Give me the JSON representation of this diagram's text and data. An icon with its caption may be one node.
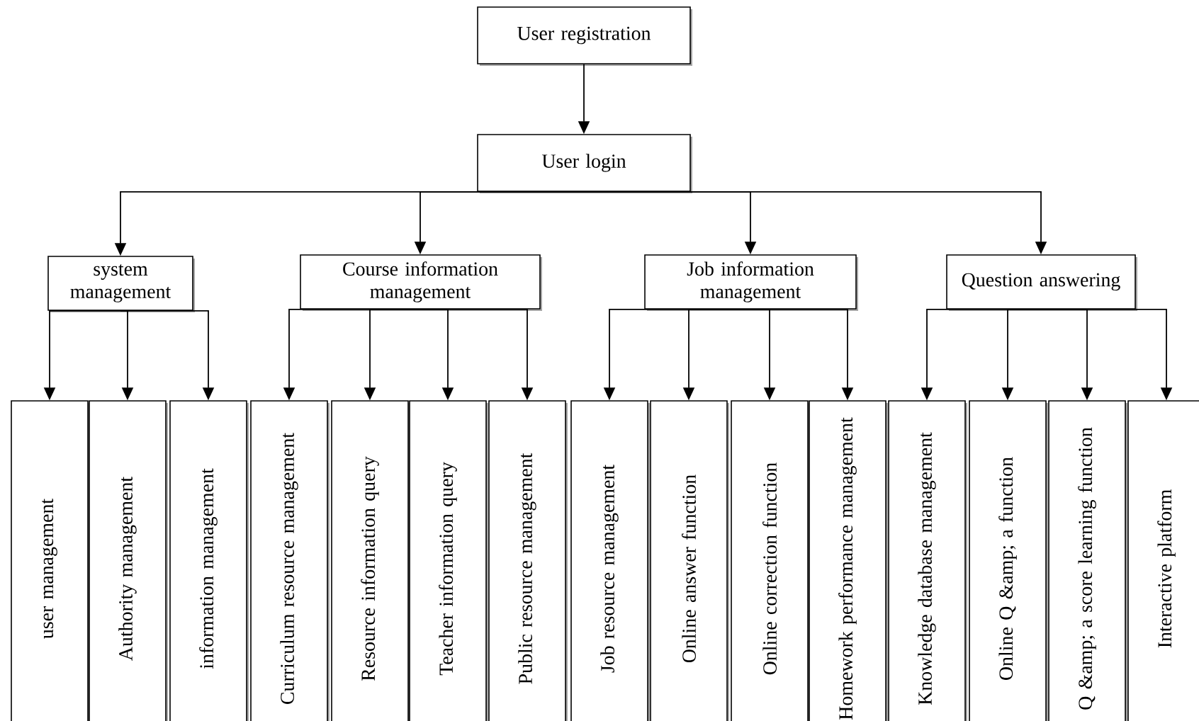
{
  "diagram": {
    "nodes": [
      {
        "text": [
          "User registration"
        ]
      },
      {
        "text": [
          "User login"
        ]
      },
      {
        "text": [
          "system management"
        ]
      },
      {
        "text": [
          "Course information management"
        ]
      },
      {
        "text": [
          "Job information management"
        ]
      },
      {
        "text": [
          "Question answering"
        ]
      },
      {
        "text": [
          "user management"
        ]
      },
      {
        "text": [
          "Authority management"
        ]
      },
      {
        "text": [
          "information management"
        ]
      },
      {
        "text": [
          "Curriculum resource management"
        ]
      },
      {
        "text": [
          "Resource information query"
        ]
      },
      {
        "text": [
          "Teacher information query"
        ]
      },
      {
        "text": [
          "Public resource management"
        ]
      },
      {
        "text": [
          "Job resource management"
        ]
      },
      {
        "text": [
          "Online answer function"
        ]
      },
      {
        "text": [
          "Online correction function"
        ]
      },
      {
        "text": [
          "Homework performance management"
        ]
      },
      {
        "text": [
          "Knowledge database management"
        ]
      },
      {
        "text": [
          "Online Q &amp; a function"
        ]
      },
      {
        "text": [
          "Q &amp; a score learning function"
        ]
      },
      {
        "text": [
          "Interactive platform"
        ]
      }
    ],
    "edges": [
      {
        "from": 0,
        "to": 1,
        "arrow": "to"
      },
      {
        "from": 1,
        "to": 2,
        "arrow": "to"
      },
      {
        "from": 1,
        "to": 3,
        "arrow": "to"
      },
      {
        "from": 1,
        "to": 4,
        "arrow": "to"
      },
      {
        "from": 1,
        "to": 5,
        "arrow": "to"
      },
      {
        "from": 2,
        "to": 6,
        "arrow": "to"
      },
      {
        "from": 2,
        "to": 7,
        "arrow": "to"
      },
      {
        "from": 2,
        "to": 8,
        "arrow": "to"
      },
      {
        "from": 3,
        "to": 9,
        "arrow": "to"
      },
      {
        "from": 3,
        "to": 10,
        "arrow": "to"
      },
      {
        "from": 3,
        "to": 11,
        "arrow": "to"
      },
      {
        "from": 3,
        "to": 12,
        "arrow": "to"
      },
      {
        "from": 4,
        "to": 13,
        "arrow": "to"
      },
      {
        "from": 4,
        "to": 14,
        "arrow": "to"
      },
      {
        "from": 4,
        "to": 15,
        "arrow": "to"
      },
      {
        "from": 4,
        "to": 16,
        "arrow": "to"
      },
      {
        "from": 5,
        "to": 17,
        "arrow": "to"
      },
      {
        "from": 5,
        "to": 18,
        "arrow": "to"
      },
      {
        "from": 5,
        "to": 19,
        "arrow": "to"
      },
      {
        "from": 5,
        "to": 20,
        "arrow": "to"
      }
    ]
  }
}
